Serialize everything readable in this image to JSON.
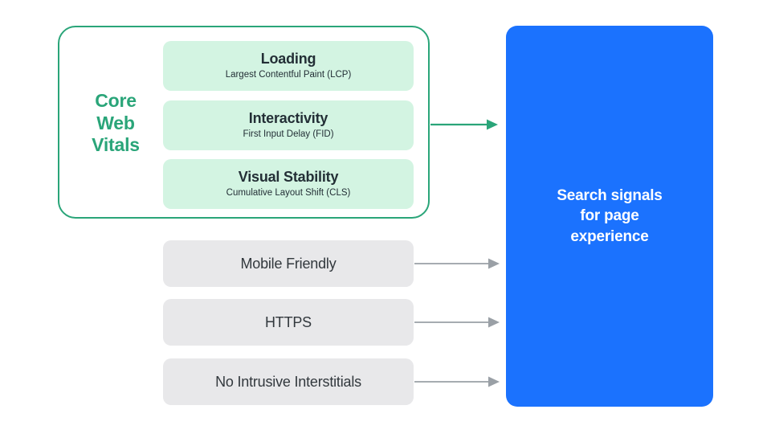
{
  "diagram": {
    "title": "Search signals for page experience",
    "colors": {
      "green_accent": "#2aa579",
      "green_pill": "#d3f4e2",
      "gray_pill": "#e8e8ea",
      "blue_panel": "#1b72fe",
      "arrow_gray": "#9aa0a6",
      "text_dark": "#232f36",
      "text_white": "#ffffff"
    }
  },
  "core_web_vitals": {
    "group_label": "Core\nWeb\nVitals",
    "group_label_line1": "Core",
    "group_label_line2": "Web",
    "group_label_line3": "Vitals",
    "items": [
      {
        "title": "Loading",
        "subtitle": "Largest Contentful Paint (LCP)",
        "abbr": "LCP"
      },
      {
        "title": "Interactivity",
        "subtitle": "First Input Delay (FID)",
        "abbr": "FID"
      },
      {
        "title": "Visual Stability",
        "subtitle": "Cumulative Layout Shift (CLS)",
        "abbr": "CLS"
      }
    ]
  },
  "other_signals": [
    {
      "label": "Mobile Friendly"
    },
    {
      "label": "HTTPS"
    },
    {
      "label": "No Intrusive Interstitials"
    }
  ],
  "output_panel": {
    "text": "Search signals\nfor page\nexperience",
    "line1": "Search signals",
    "line2": "for page",
    "line3": "experience"
  }
}
